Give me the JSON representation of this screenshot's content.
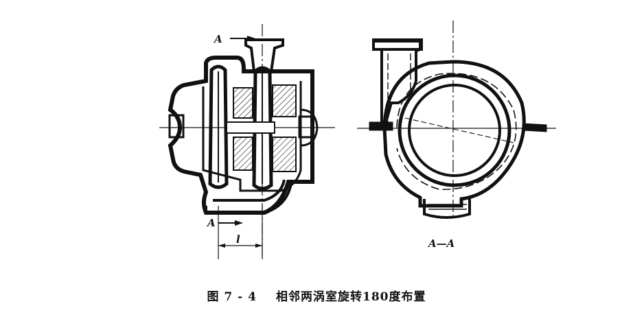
{
  "figure": {
    "labels": {
      "section_mark_top": "A",
      "section_mark_bottom": "A",
      "dimension": "l",
      "section_title": "A—A"
    }
  },
  "caption": {
    "number": "图 7 - 4",
    "text": "相邻两涡室旋转180度布置"
  }
}
